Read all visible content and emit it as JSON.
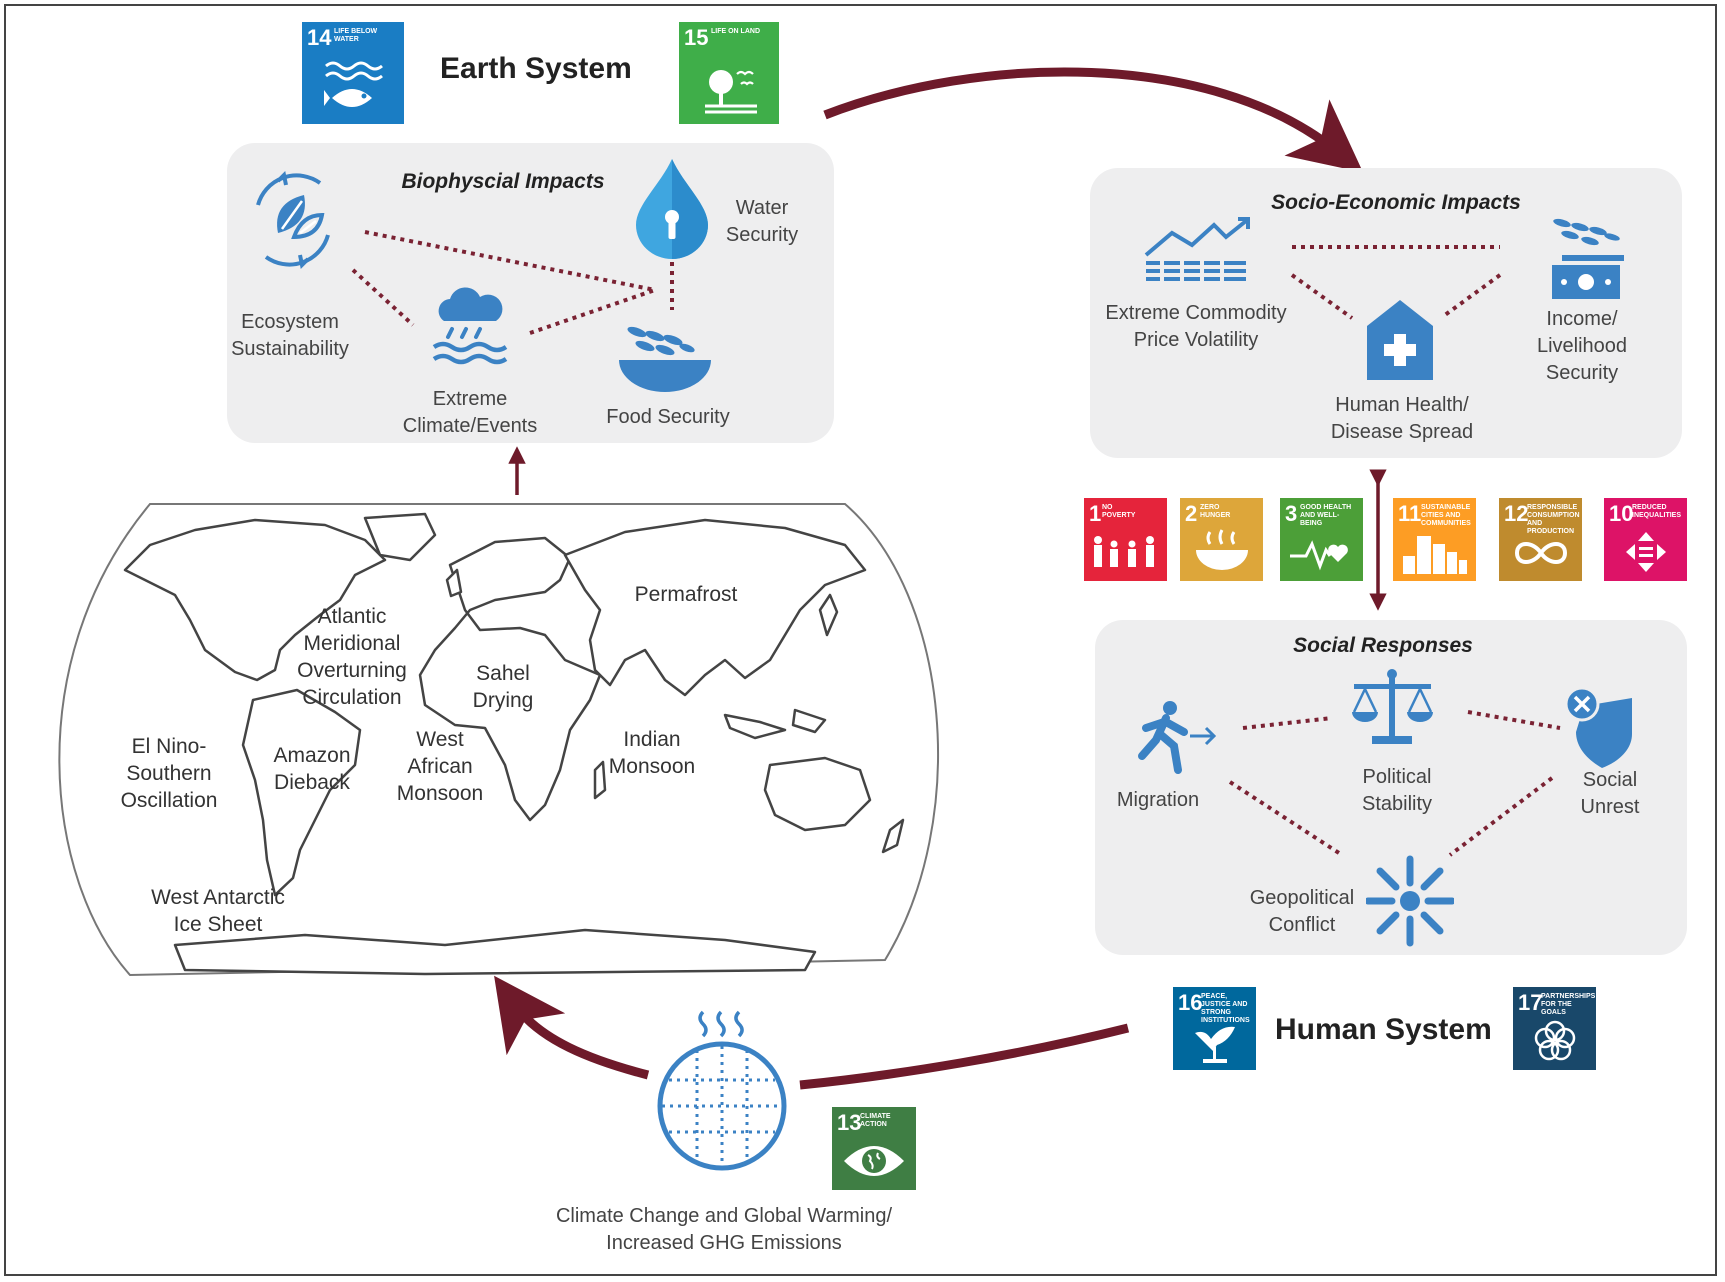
{
  "earth_system": {
    "title": "Earth System",
    "sdgs": [
      {
        "number": "14",
        "text": "Life below water",
        "color": "#1a7dc4",
        "icon": "fish-icon"
      },
      {
        "number": "15",
        "text": "Life on land",
        "color": "#3fae49",
        "icon": "tree-icon"
      }
    ]
  },
  "biophysical": {
    "title": "Biophyscial Impacts",
    "items": [
      {
        "label": "Ecosystem\nSustainability",
        "icon": "ecosystem-cycle-icon"
      },
      {
        "label": "Water\nSecurity",
        "icon": "water-drop-icon"
      },
      {
        "label": "Extreme\nClimate/Events",
        "icon": "rain-cloud-icon"
      },
      {
        "label": "Food Security",
        "icon": "grain-bowl-icon"
      }
    ]
  },
  "socio_economic": {
    "title": "Socio-Economic Impacts",
    "items": [
      {
        "label": "Extreme Commodity\nPrice Volatility",
        "icon": "price-chart-icon"
      },
      {
        "label": "Income/ Livelihood\nSecurity",
        "icon": "money-grain-icon"
      },
      {
        "label": "Human Health/\nDisease Spread",
        "icon": "health-house-icon"
      }
    ]
  },
  "social_sdgs": [
    {
      "number": "1",
      "text": "No poverty",
      "color": "#e5243b",
      "icon": "people-icon"
    },
    {
      "number": "2",
      "text": "Zero hunger",
      "color": "#dda63a",
      "icon": "bowl-icon"
    },
    {
      "number": "3",
      "text": "Good health and well-being",
      "color": "#4c9f38",
      "icon": "heartbeat-icon"
    },
    {
      "number": "11",
      "text": "Sustainable cities and communities",
      "color": "#fd9d24",
      "icon": "city-icon"
    },
    {
      "number": "12",
      "text": "Responsible consumption and production",
      "color": "#bf8b2e",
      "icon": "infinity-icon"
    },
    {
      "number": "10",
      "text": "Reduced inequalities",
      "color": "#dd1367",
      "icon": "arrows-icon"
    }
  ],
  "social_responses": {
    "title": "Social Responses",
    "items": [
      {
        "label": "Migration",
        "icon": "running-person-icon"
      },
      {
        "label": "Political\nStability",
        "icon": "scales-icon"
      },
      {
        "label": "Social\nUnrest",
        "icon": "shield-x-icon"
      },
      {
        "label": "Geopolitical\nConflict",
        "icon": "burst-icon"
      }
    ]
  },
  "human_system": {
    "title": "Human System",
    "sdgs": [
      {
        "number": "16",
        "text": "Peace, justice and strong institutions",
        "color": "#00689d",
        "icon": "dove-icon"
      },
      {
        "number": "17",
        "text": "Partnerships for the goals",
        "color": "#19486a",
        "icon": "flower-icon"
      }
    ]
  },
  "map_labels": [
    {
      "text": "Atlantic\nMeridional\nOverturning\nCirculation"
    },
    {
      "text": "Permafrost"
    },
    {
      "text": "Sahel\nDrying"
    },
    {
      "text": "El Nino-\nSouthern\nOscillation"
    },
    {
      "text": "Amazon\nDieback"
    },
    {
      "text": "West\nAfrican\nMonsoon"
    },
    {
      "text": "Indian\nMonsoon"
    },
    {
      "text": "West Antarctic\nIce Sheet"
    }
  ],
  "climate": {
    "label": "Climate Change and Global Warming/\nIncreased GHG Emissions",
    "icon": "globe-heat-icon",
    "sdg": {
      "number": "13",
      "text": "Climate action",
      "color": "#3f7e44",
      "icon": "eye-globe-icon"
    }
  },
  "colors": {
    "arrow": "#6e1a2a",
    "panel": "#eeeeef",
    "icon_blue": "#3b82c4"
  }
}
